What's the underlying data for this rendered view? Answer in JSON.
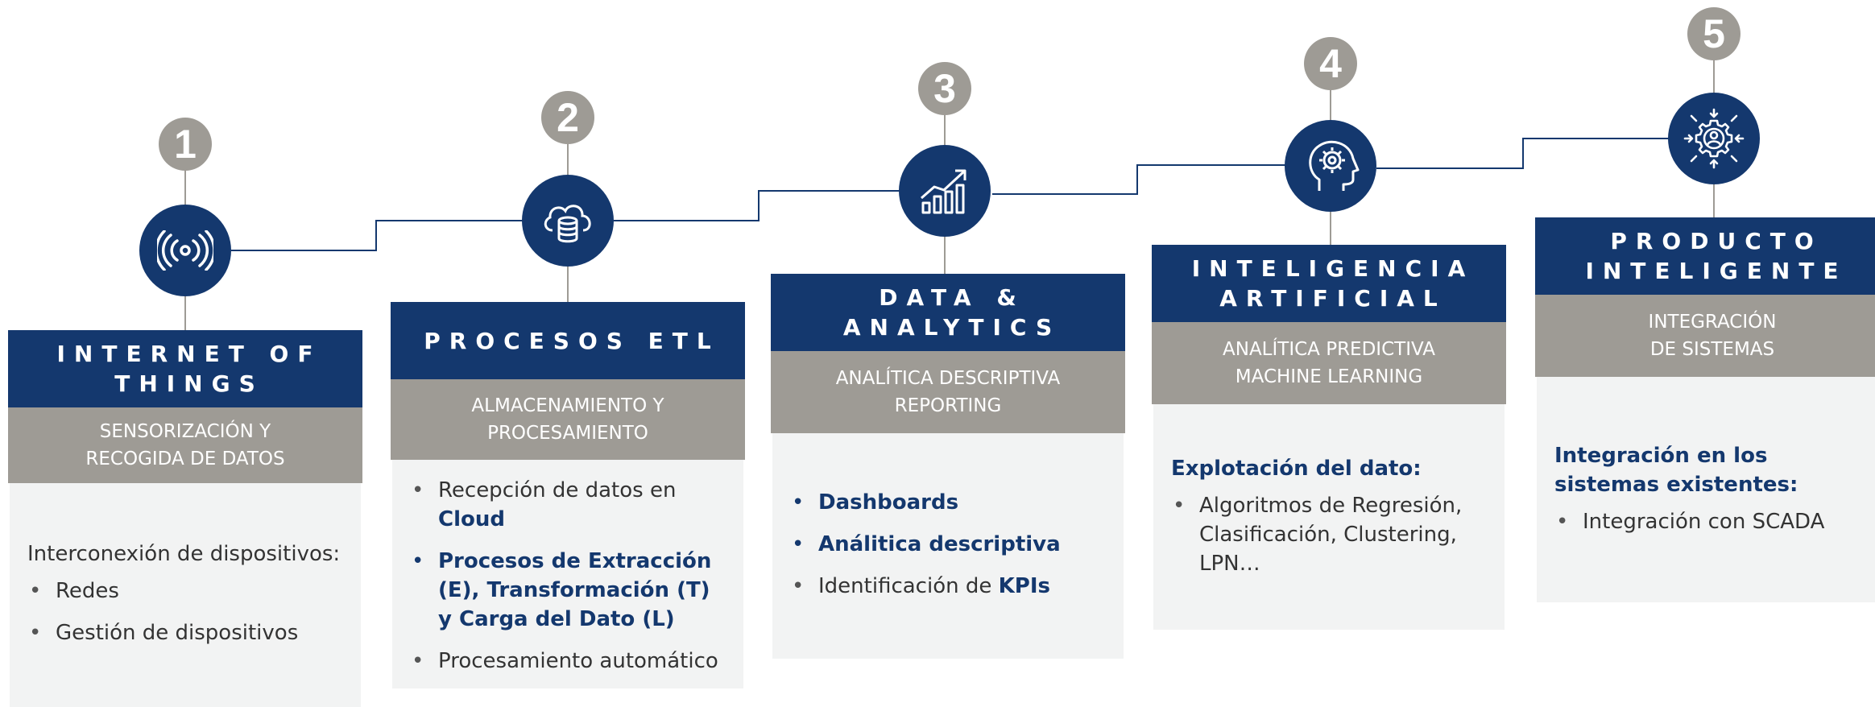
{
  "colors": {
    "navy": "#14386e",
    "gray": "#9e9b95",
    "panel": "#f2f3f3"
  },
  "steps": [
    {
      "number": "1",
      "icon": "wireless-signal-icon",
      "title": "INTERNET OF\nTHINGS",
      "subtitle": "SENSORIZACIÓN Y\nRECOGIDA DE DATOS",
      "intro": "Interconexión de dispositivos:",
      "items": [
        {
          "pre": "Redes",
          "hl": "",
          "post": ""
        },
        {
          "pre": "Gestión de dispositivos",
          "hl": "",
          "post": ""
        }
      ]
    },
    {
      "number": "2",
      "icon": "cloud-database-icon",
      "title": "PROCESOS ETL",
      "subtitle": "ALMACENAMIENTO Y\nPROCESAMIENTO",
      "intro": "",
      "items": [
        {
          "pre": "Recepción de datos en ",
          "hl": "Cloud",
          "post": ""
        },
        {
          "pre": "",
          "hl": "Procesos de Extracción (E), Transformación (T) y Carga del Dato (L)",
          "post": ""
        },
        {
          "pre": "Procesamiento automático",
          "hl": "",
          "post": ""
        }
      ]
    },
    {
      "number": "3",
      "icon": "bar-chart-growth-icon",
      "title": "DATA &\nANALYTICS",
      "subtitle": "ANALÍTICA DESCRIPTIVA\nREPORTING",
      "intro": "",
      "items": [
        {
          "pre": "",
          "hl": "Dashboards",
          "post": ""
        },
        {
          "pre": "",
          "hl": "Análitica descriptiva",
          "post": ""
        },
        {
          "pre": "Identificación de ",
          "hl": "KPIs",
          "post": ""
        }
      ]
    },
    {
      "number": "4",
      "icon": "brain-head-icon",
      "title": "INTELIGENCIA\nARTIFICIAL",
      "subtitle": "ANALÍTICA PREDICTIVA\nMACHINE LEARNING",
      "intro": "Explotación del dato:",
      "items": [
        {
          "pre": "Algoritmos de Regresión, Clasificación, Clustering, LPN…",
          "hl": "",
          "post": ""
        }
      ]
    },
    {
      "number": "5",
      "icon": "gear-user-icon",
      "title": "PRODUCTO\nINTELIGENTE",
      "subtitle": "INTEGRACIÓN\nDE SISTEMAS",
      "intro": "Integración en los sistemas existentes:",
      "items": [
        {
          "pre": "Integración con SCADA",
          "hl": "",
          "post": ""
        }
      ]
    }
  ]
}
